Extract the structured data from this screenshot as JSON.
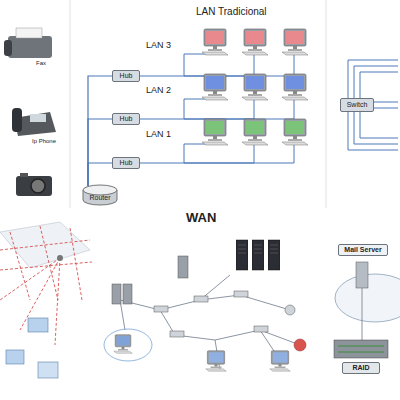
{
  "diagram": {
    "nodes": [
      {
        "text": [
          "Hub"
        ]
      },
      {
        "text": [
          "Hub"
        ]
      },
      {
        "text": [
          "Hub"
        ]
      },
      {
        "text": [
          "Router"
        ]
      },
      {
        "text": [
          "Switch"
        ]
      },
      {
        "text": [
          "Mail Server"
        ]
      },
      {
        "text": [
          "RAID"
        ]
      }
    ],
    "edges": [
      {
        "from": 3,
        "to": 2,
        "arrow": "none"
      },
      {
        "from": 3,
        "to": 1,
        "arrow": "none"
      },
      {
        "from": 3,
        "to": 0,
        "arrow": "none"
      }
    ],
    "labels": [
      "Fax",
      "Ip Phone",
      "LAN Tradicional",
      "LAN 3",
      "LAN 2",
      "LAN 1",
      "WAN"
    ]
  }
}
